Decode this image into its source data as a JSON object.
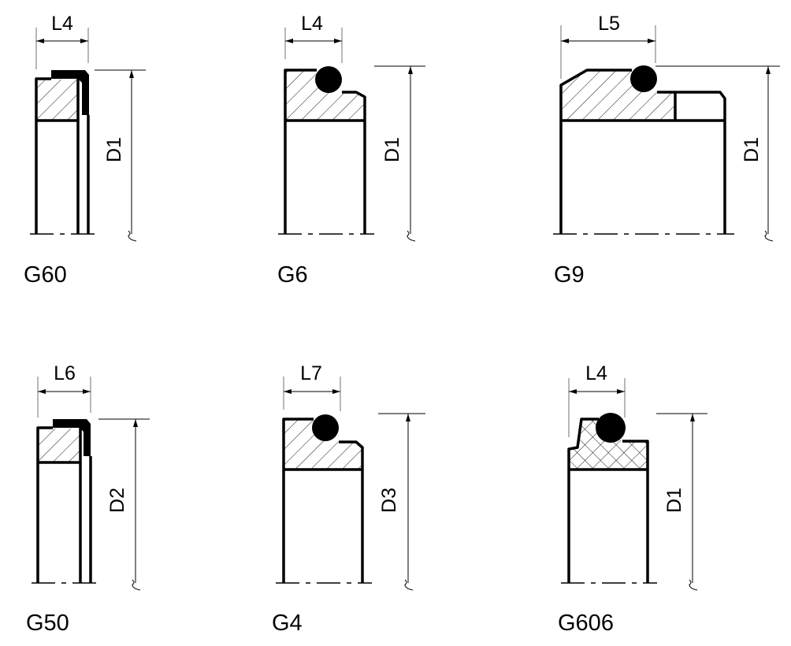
{
  "title": "Seal profile types",
  "colors": {
    "line": "#000000",
    "background": "#ffffff",
    "extension": "#888888"
  },
  "profiles": [
    {
      "name": "G60",
      "length_dim": "L4",
      "diameter_dim": "D1"
    },
    {
      "name": "G6",
      "length_dim": "L4",
      "diameter_dim": "D1"
    },
    {
      "name": "G9",
      "length_dim": "L5",
      "diameter_dim": "D1"
    },
    {
      "name": "G50",
      "length_dim": "L6",
      "diameter_dim": "D2"
    },
    {
      "name": "G4",
      "length_dim": "L7",
      "diameter_dim": "D3"
    },
    {
      "name": "G606",
      "length_dim": "L4",
      "diameter_dim": "D1"
    }
  ]
}
